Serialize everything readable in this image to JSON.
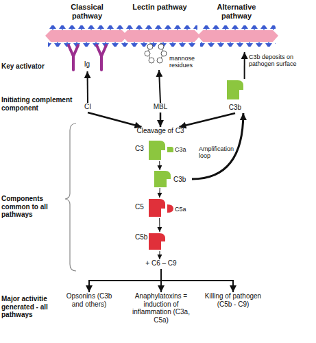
{
  "diagram": {
    "nodes": [
      {
        "text": [
          "Ig"
        ]
      },
      {
        "text": [
          "mannose residues"
        ]
      },
      {
        "text": [
          "C3b deposits on pathogen surface"
        ]
      },
      {
        "text": [
          "CI"
        ]
      },
      {
        "text": [
          "MBL"
        ]
      },
      {
        "text": [
          "C3b"
        ]
      },
      {
        "text": [
          "Cleavage of C3"
        ]
      },
      {
        "text": [
          "C3",
          "C3a"
        ]
      },
      {
        "text": [
          "C3b"
        ]
      },
      {
        "text": [
          "C5",
          "C5a"
        ]
      },
      {
        "text": [
          "C5b"
        ]
      },
      {
        "text": [
          "+ C6 – C9"
        ]
      },
      {
        "text": [
          "Opsonins (C3b and others)"
        ]
      },
      {
        "text": [
          "Anaphylatoxins = induction of inflammation (C3a, C5a)"
        ]
      },
      {
        "text": [
          "Killing of pathogen (C5b - C9)"
        ]
      }
    ],
    "edges": [
      {
        "from": 3,
        "to": 0,
        "arrow": "to"
      },
      {
        "from": 4,
        "to": 1,
        "arrow": "to"
      },
      {
        "from": 5,
        "to": 2,
        "arrow": "to"
      },
      {
        "from": 3,
        "to": 6,
        "arrow": "to"
      },
      {
        "from": 4,
        "to": 6,
        "arrow": "to"
      },
      {
        "from": 5,
        "to": 6,
        "arrow": "to"
      },
      {
        "from": 7,
        "to": 8,
        "arrow": "to"
      },
      {
        "from": 8,
        "to": 5,
        "arrow": "to",
        "label": "Amplification loop"
      },
      {
        "from": 8,
        "to": 9,
        "arrow": "to"
      },
      {
        "from": 9,
        "to": 10,
        "arrow": "to"
      },
      {
        "from": 10,
        "to": 11,
        "arrow": "to"
      },
      {
        "from": 11,
        "to": 12,
        "arrow": "to"
      },
      {
        "from": 11,
        "to": 13,
        "arrow": "to"
      },
      {
        "from": 11,
        "to": 14,
        "arrow": "to"
      }
    ],
    "labels": [
      "Classical pathway",
      "Lectin pathway",
      "Alternative pathway",
      "Key activator",
      "Initiating complement component",
      "Components common to all pathways",
      "Major activitie generated - all pathways"
    ]
  }
}
